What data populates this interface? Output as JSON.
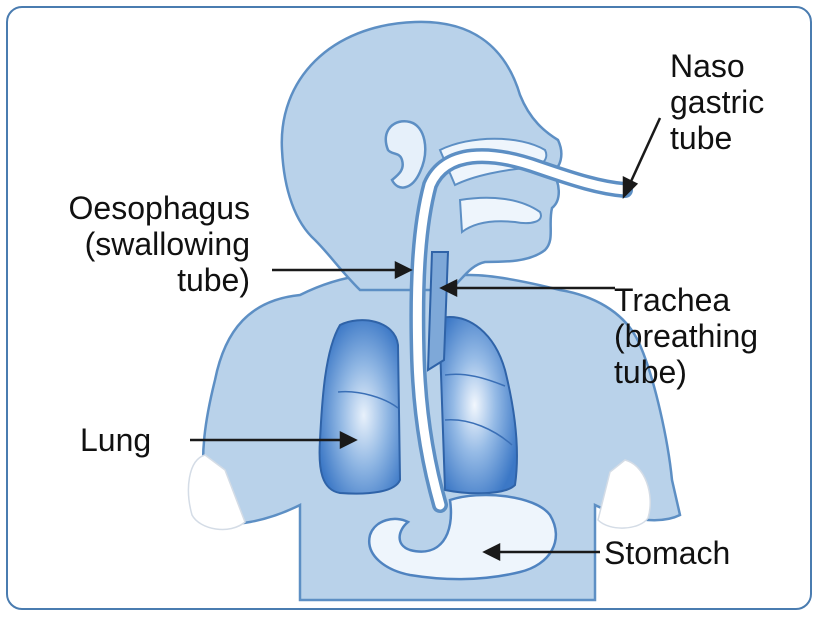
{
  "labels": {
    "naso": [
      "Naso",
      "gastric",
      "tube"
    ],
    "oesophagus": [
      "Oesophagus",
      "(swallowing",
      "tube)"
    ],
    "trachea": [
      "Trachea",
      "(breathing",
      "tube)"
    ],
    "lung": "Lung",
    "stomach": "Stomach"
  },
  "colors": {
    "body_fill": "#b9d2ea",
    "body_outline": "#5d8fc4",
    "lung_fill": "#4a86cf",
    "stomach_fill": "#eaf2fb",
    "arrow": "#1a1a1a",
    "frame": "#4a7cb0"
  }
}
